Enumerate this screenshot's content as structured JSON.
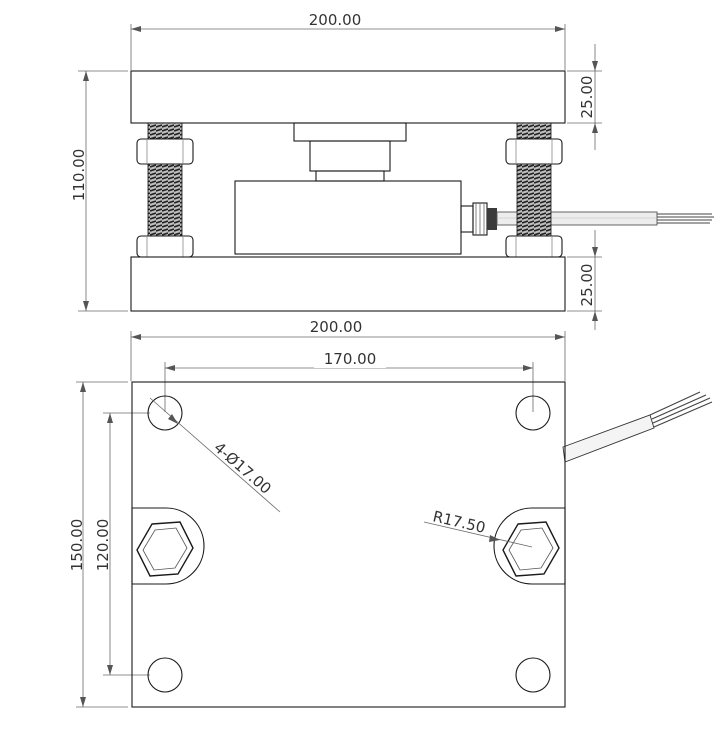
{
  "front_view": {
    "width_label": "200.00",
    "height_label": "110.00",
    "top_plate_label": "25.00",
    "bottom_plate_label": "25.00"
  },
  "top_view": {
    "width_label": "200.00",
    "hole_spacing_x_label": "170.00",
    "depth_label": "150.00",
    "hole_spacing_y_label": "120.00",
    "hole_callout_label": "4-Ø17.00",
    "radius_label": "R17.50"
  },
  "colors": {
    "plate_fill": "#f2f2f2",
    "body_fill": "#f7f7f7",
    "thread_dark": "#2a2a2a",
    "cable_blue": "#3a6ea8"
  }
}
